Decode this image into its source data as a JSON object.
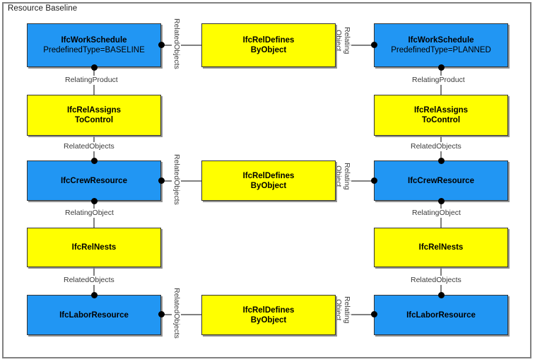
{
  "diagram": {
    "title": "Resource Baseline",
    "colors": {
      "entity_blue": "#2196f3",
      "relationship_yellow": "#ffff00",
      "border": "#333333",
      "connector": "#808080",
      "frame": "#808080"
    }
  },
  "nodes": {
    "work_schedule_baseline": {
      "name": "IfcWorkSchedule",
      "attribute": "PredefinedType=BASELINE"
    },
    "work_schedule_planned": {
      "name": "IfcWorkSchedule",
      "attribute": "PredefinedType=PLANNED"
    },
    "rel_assigns_to_control_left": {
      "line1": "IfcRelAssigns",
      "line2": "ToControl"
    },
    "rel_assigns_to_control_right": {
      "line1": "IfcRelAssigns",
      "line2": "ToControl"
    },
    "crew_resource_left": {
      "name": "IfcCrewResource"
    },
    "crew_resource_right": {
      "name": "IfcCrewResource"
    },
    "rel_nests_left": {
      "name": "IfcRelNests"
    },
    "rel_nests_right": {
      "name": "IfcRelNests"
    },
    "labor_resource_left": {
      "name": "IfcLaborResource"
    },
    "labor_resource_right": {
      "name": "IfcLaborResource"
    },
    "rel_defines_by_object_top": {
      "line1": "IfcRelDefines",
      "line2": "ByObject"
    },
    "rel_defines_by_object_middle": {
      "line1": "IfcRelDefines",
      "line2": "ByObject"
    },
    "rel_defines_by_object_bottom": {
      "line1": "IfcRelDefines",
      "line2": "ByObject"
    }
  },
  "edge_labels": {
    "related_objects_top_horizontal": "RelatedObjects",
    "relating_object_top_horizontal_l1": "Relating",
    "relating_object_top_horizontal_l2": "Object",
    "related_objects_mid_horizontal": "RelatedObjects",
    "relating_object_mid_horizontal_l1": "Relating",
    "relating_object_mid_horizontal_l2": "Object",
    "related_objects_bottom_horizontal": "RelatedObjects",
    "relating_object_bottom_horizontal_l1": "Relating",
    "relating_object_bottom_horizontal_l2": "Object",
    "relating_product_left": "RelatingProduct",
    "relating_product_right": "RelatingProduct",
    "related_objects_left_1": "RelatedObjects",
    "related_objects_right_1": "RelatedObjects",
    "relating_object_left_1": "RelatingObject",
    "relating_object_right_1": "RelatingObject",
    "related_objects_left_2": "RelatedObjects",
    "related_objects_right_2": "RelatedObjects"
  }
}
